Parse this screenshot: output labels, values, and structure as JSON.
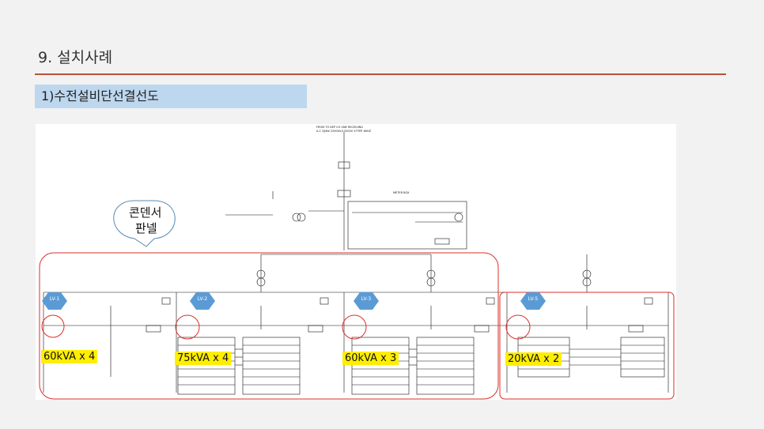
{
  "slide": {
    "title": "9. 설치사례",
    "subtitle": "1)수전설비단선결선도"
  },
  "callout": {
    "line1": "콘덴서",
    "line2": "판넬"
  },
  "panels": [
    {
      "label": "LV-1",
      "capacity": "60kVA x 4"
    },
    {
      "label": "LV-2",
      "capacity": "75kVA x 4"
    },
    {
      "label": "LV-3",
      "capacity": "60kVA x 3"
    },
    {
      "label": "LV-5",
      "capacity": "20kVA x 2"
    }
  ],
  "top_text": {
    "from_line1": "FROM TO  KEP CO UNE RECEIVING",
    "from_line2": "A.C 3∮4W 22900V/13200V Y-TYPE 60HZ",
    "meter_box": "METER BOX"
  },
  "colors": {
    "hex_fill": "#5b9bd5",
    "highlight": "#ffee00",
    "red_outline": "#d9302b",
    "rule": "#b5533a",
    "subtitle_bg": "#bdd7ee"
  }
}
